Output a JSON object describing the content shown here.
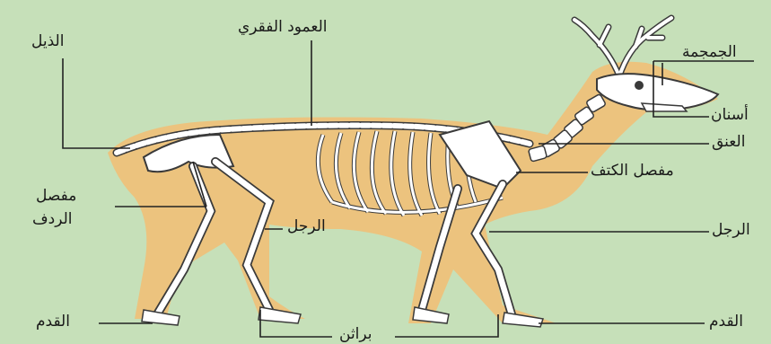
{
  "labels": {
    "tail": "الذيل",
    "spine": "العمود الفقري",
    "skull": "الجمجمة",
    "teeth": "أسنان",
    "neck": "العنق",
    "shoulder_joint": "مفصل الكتف",
    "hip_joint_line1": "مفصل",
    "hip_joint_line2": "الردف",
    "hind_leg": "الرجل",
    "front_leg": "الرجل",
    "hind_foot": "القدم",
    "front_foot": "القدم",
    "hooves": "براثن"
  },
  "colors": {
    "background": "#c6e0b9",
    "silhouette": "#f0c078",
    "bone": "#ffffff",
    "bone_outline": "#3a3a3a",
    "leader_line": "#222222"
  }
}
